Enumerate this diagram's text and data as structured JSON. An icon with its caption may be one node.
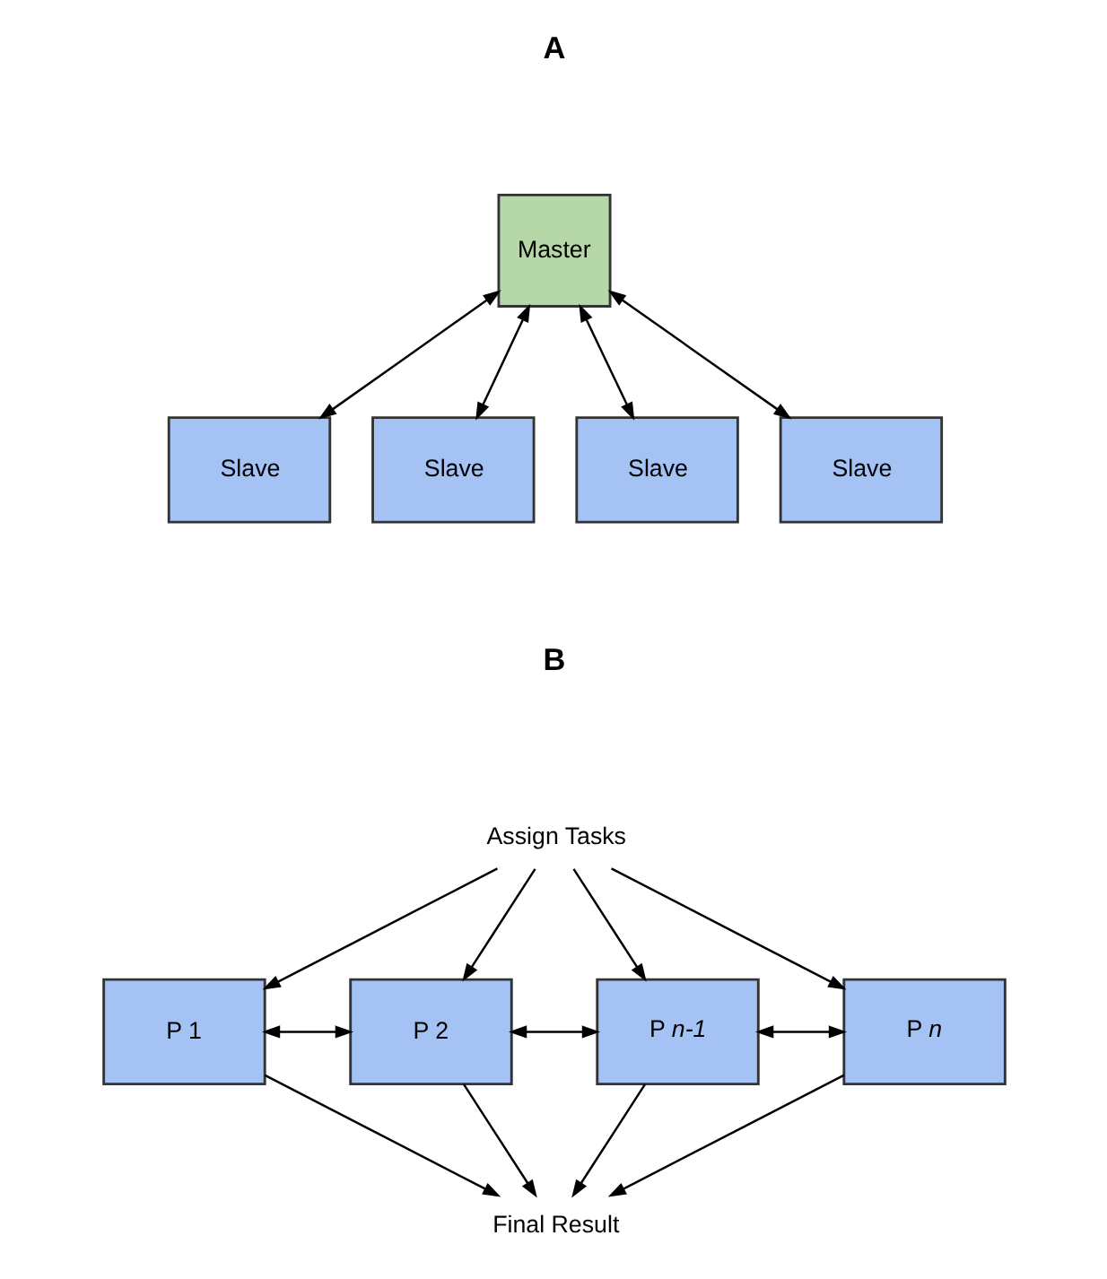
{
  "diagram": {
    "nodes": [
      {
        "text": [
          "Master"
        ]
      },
      {
        "text": [
          "Slave"
        ]
      },
      {
        "text": [
          "Slave"
        ]
      },
      {
        "text": [
          "Slave"
        ]
      },
      {
        "text": [
          "Slave"
        ]
      },
      {
        "text": [
          "Assign Tasks"
        ]
      },
      {
        "text": [
          "P 1"
        ]
      },
      {
        "text": [
          "P 2"
        ]
      },
      {
        "text": [
          "P *n-1*"
        ]
      },
      {
        "text": [
          "P *n*"
        ]
      },
      {
        "text": [
          "Final Result"
        ]
      }
    ],
    "edges": [
      {
        "from": 0,
        "to": 1,
        "arrow": "both"
      },
      {
        "from": 0,
        "to": 2,
        "arrow": "both"
      },
      {
        "from": 0,
        "to": 3,
        "arrow": "both"
      },
      {
        "from": 0,
        "to": 4,
        "arrow": "both"
      },
      {
        "from": 5,
        "to": 6,
        "arrow": "to"
      },
      {
        "from": 5,
        "to": 7,
        "arrow": "to"
      },
      {
        "from": 5,
        "to": 8,
        "arrow": "to"
      },
      {
        "from": 5,
        "to": 9,
        "arrow": "to"
      },
      {
        "from": 6,
        "to": 7,
        "arrow": "both"
      },
      {
        "from": 7,
        "to": 8,
        "arrow": "both"
      },
      {
        "from": 8,
        "to": 9,
        "arrow": "both"
      },
      {
        "from": 6,
        "to": 10,
        "arrow": "to"
      },
      {
        "from": 7,
        "to": 10,
        "arrow": "to"
      },
      {
        "from": 8,
        "to": 10,
        "arrow": "to"
      },
      {
        "from": 9,
        "to": 10,
        "arrow": "to"
      }
    ],
    "labels": [
      "A",
      "B"
    ]
  }
}
